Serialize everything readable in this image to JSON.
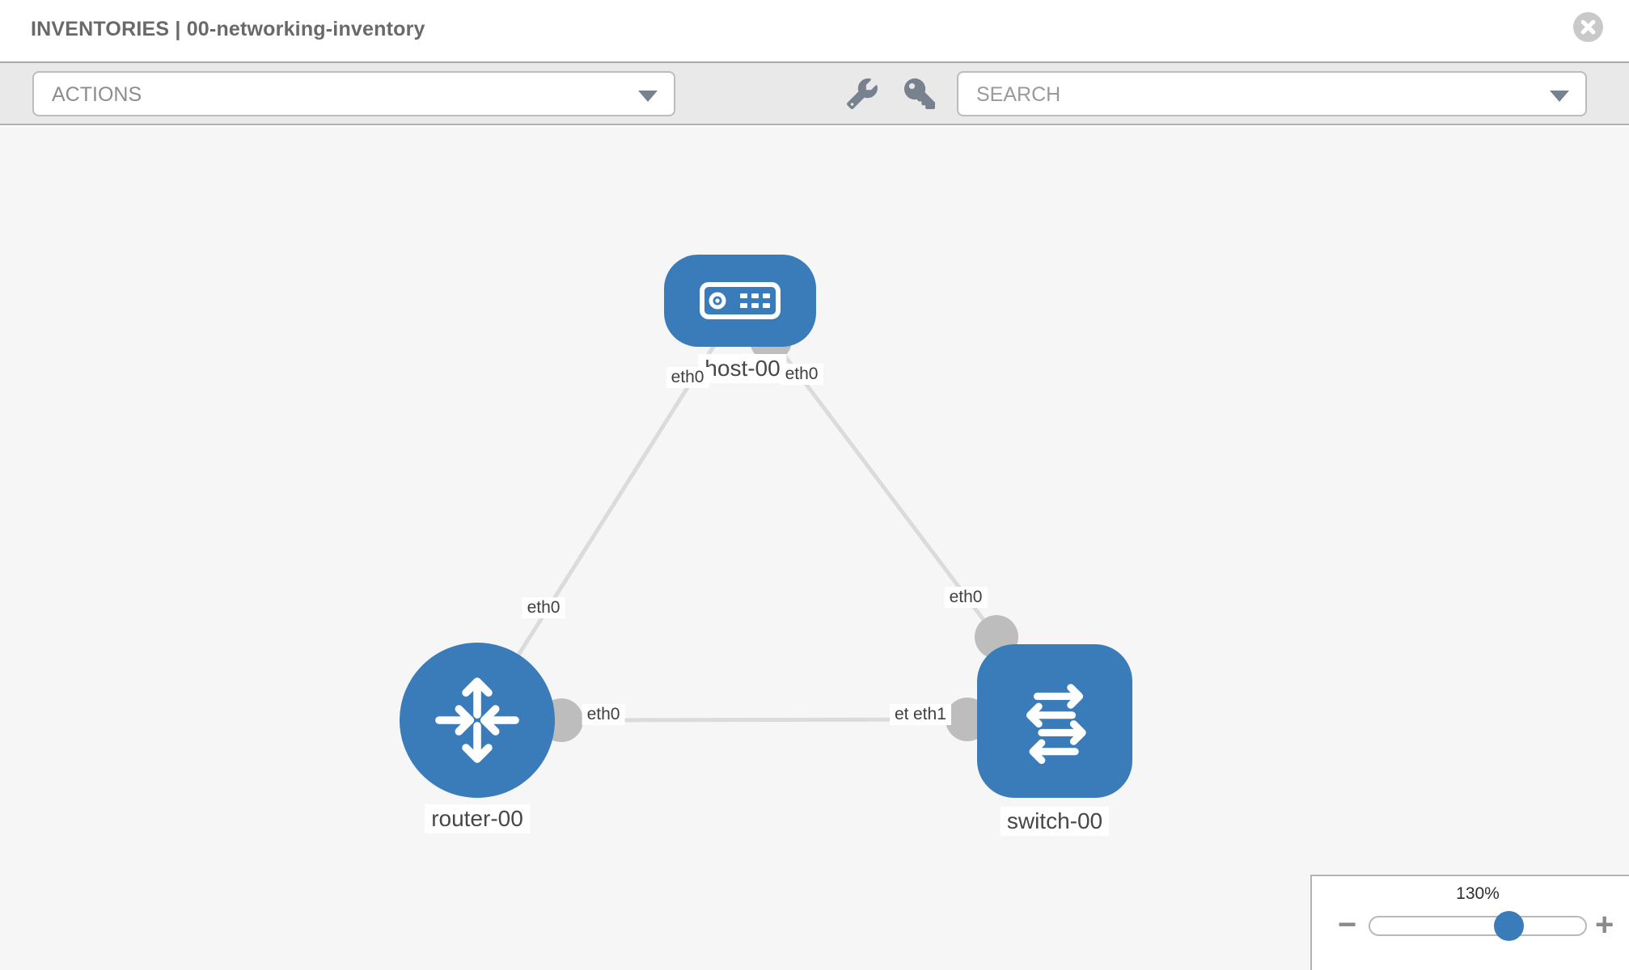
{
  "header": {
    "title": "INVENTORIES | 00-networking-inventory"
  },
  "toolbar": {
    "actions_label": "ACTIONS",
    "search_placeholder": "SEARCH",
    "icon_buttons": [
      "wrench-icon",
      "key-icon"
    ]
  },
  "topology": {
    "nodes": [
      {
        "id": "host-00",
        "type": "host",
        "label": "host-00"
      },
      {
        "id": "router-00",
        "type": "router",
        "label": "router-00"
      },
      {
        "id": "switch-00",
        "type": "switch",
        "label": "switch-00"
      }
    ],
    "links": [
      {
        "from": "host-00",
        "to": "router-00",
        "from_if": "eth0",
        "to_if": "eth0"
      },
      {
        "from": "host-00",
        "to": "switch-00",
        "from_if": "eth0",
        "to_if": "eth0"
      },
      {
        "from": "router-00",
        "to": "switch-00",
        "from_if": "eth0",
        "to_if_stacked_labels": [
          "eth0",
          "eth1"
        ]
      }
    ]
  },
  "zoom_control": {
    "level": "130%",
    "minus_label": "−",
    "plus_label": "+",
    "slider_value_pct": 65
  },
  "colors": {
    "node_blue": "#3a7cba",
    "link_gray": "#dbdbdb",
    "connector_gray": "#bdbdbd",
    "toolbar_bg": "#e9e9e9",
    "canvas_bg": "#f6f6f6"
  }
}
